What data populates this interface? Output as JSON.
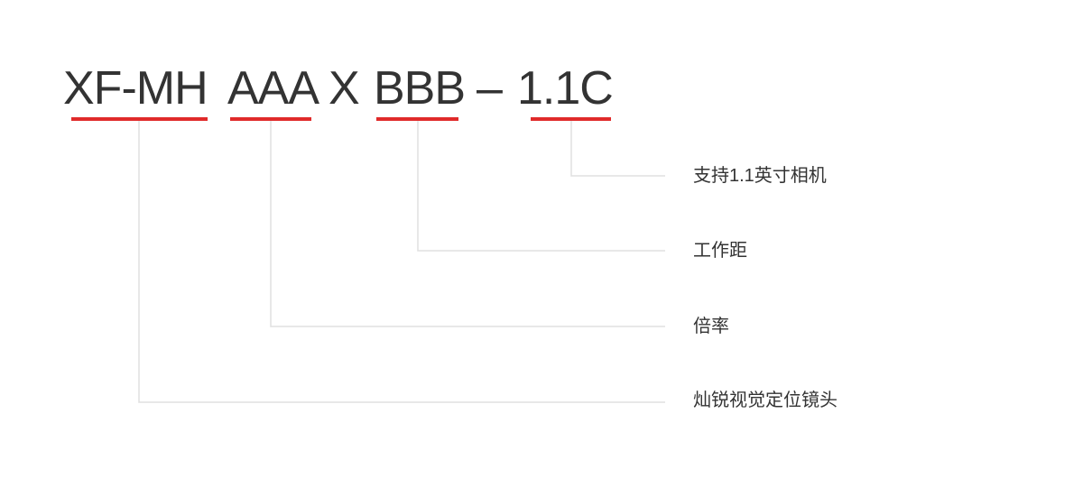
{
  "model_code": {
    "segments": [
      "XF-MH",
      "AAA",
      "X",
      "BBB",
      "–",
      "1.1C"
    ]
  },
  "legend": [
    {
      "segment": "1.1C",
      "label": "支持1.1英寸相机"
    },
    {
      "segment": "BBB",
      "label": "工作距"
    },
    {
      "segment": "AAA",
      "label": "倍率"
    },
    {
      "segment": "XF-MH",
      "label": "灿锐视觉定位镜头"
    }
  ],
  "colors": {
    "text": "#333333",
    "underline": "#e02a2a",
    "connector": "#e0e0e0"
  }
}
